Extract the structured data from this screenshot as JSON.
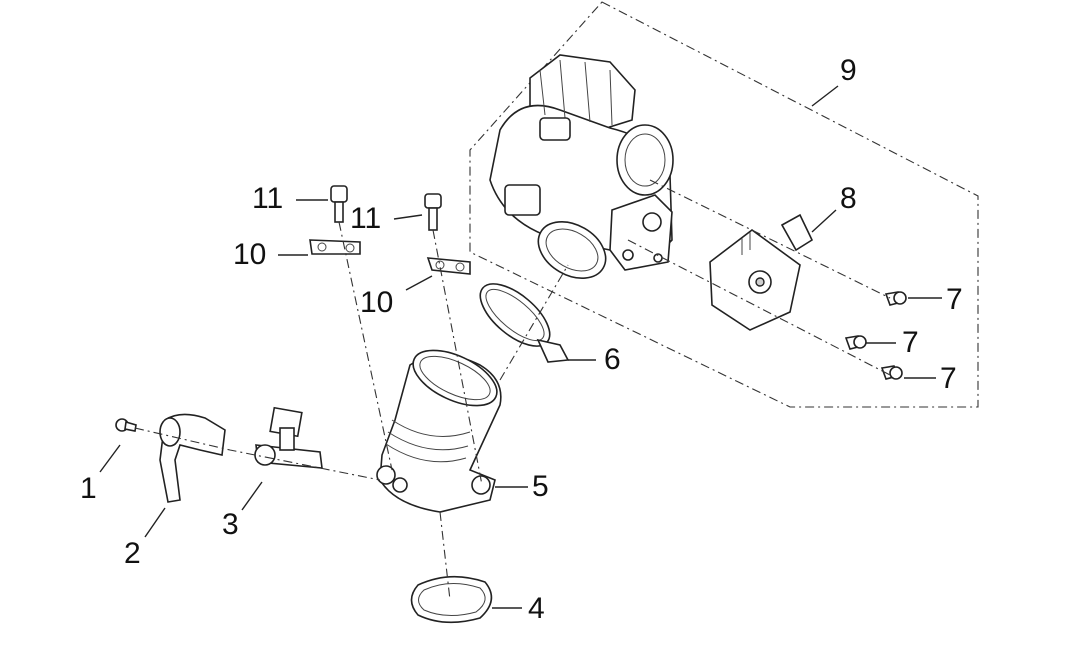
{
  "callouts": {
    "c1": "1",
    "c2": "2",
    "c3": "3",
    "c4": "4",
    "c5": "5",
    "c6": "6",
    "c7a": "7",
    "c7b": "7",
    "c7c": "7",
    "c8": "8",
    "c9": "9",
    "c10a": "10",
    "c10b": "10",
    "c11a": "11",
    "c11b": "11"
  }
}
